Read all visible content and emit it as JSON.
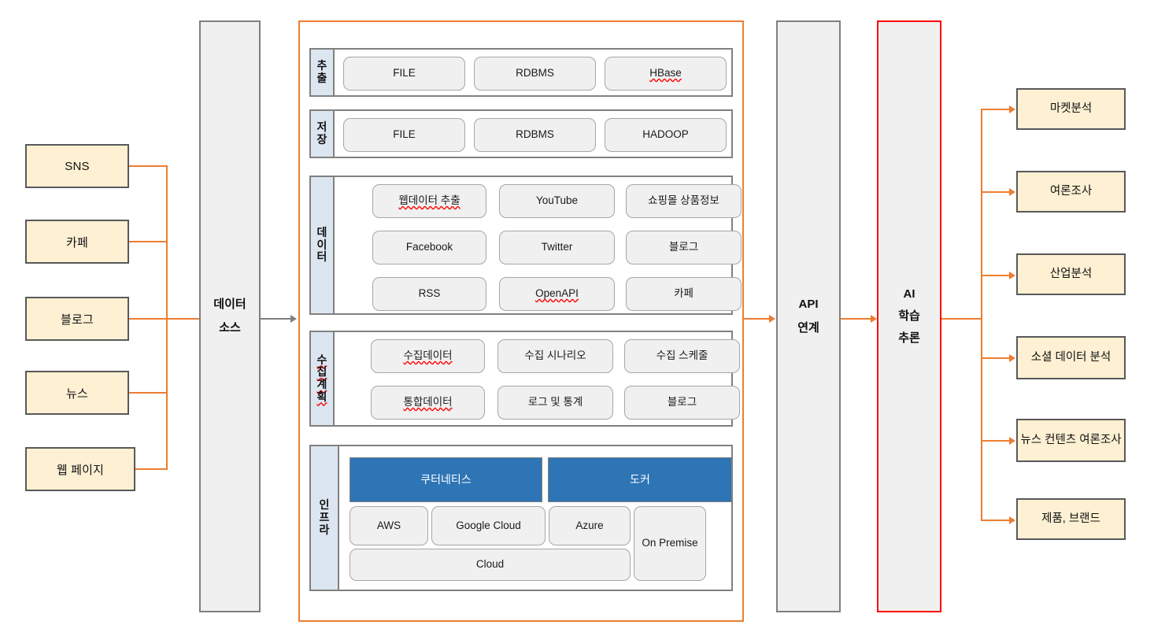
{
  "sources": [
    {
      "label": "SNS"
    },
    {
      "label": "카페"
    },
    {
      "label": "블로그"
    },
    {
      "label": "뉴스"
    },
    {
      "label": "웹 페이지"
    }
  ],
  "data_source_pillar": {
    "line1": "데이터",
    "line2": "소스"
  },
  "api_pillar": {
    "line1": "API",
    "line2": "연계"
  },
  "ai_pillar": {
    "line1": "AI",
    "line2": "학습",
    "line3": "추론"
  },
  "platform": {
    "sections": [
      {
        "key": "extract",
        "label": "추출",
        "label_chars": [
          "추",
          "출"
        ],
        "items": [
          {
            "label": "FILE",
            "misspelled": false
          },
          {
            "label": "RDBMS",
            "misspelled": false
          },
          {
            "label": "HBase",
            "misspelled": true
          }
        ]
      },
      {
        "key": "store",
        "label": "저장",
        "label_chars": [
          "저",
          "장"
        ],
        "items": [
          {
            "label": "FILE",
            "misspelled": false
          },
          {
            "label": "RDBMS",
            "misspelled": false
          },
          {
            "label": "HADOOP",
            "misspelled": false
          }
        ]
      },
      {
        "key": "data",
        "label": "데이터",
        "label_chars": [
          "데",
          "이",
          "터"
        ],
        "items": [
          {
            "label": "웹데이터 추출",
            "misspelled": true
          },
          {
            "label": "YouTube",
            "misspelled": false
          },
          {
            "label": "쇼핑몰 상품정보",
            "misspelled": false
          },
          {
            "label": "Facebook",
            "misspelled": false
          },
          {
            "label": "Twitter",
            "misspelled": false
          },
          {
            "label": "블로그",
            "misspelled": false
          },
          {
            "label": "RSS",
            "misspelled": false
          },
          {
            "label": "OpenAPI",
            "misspelled": true
          },
          {
            "label": "카페",
            "misspelled": false
          }
        ]
      },
      {
        "key": "plan",
        "label": "수집계획",
        "label_chars": [
          "수",
          "집",
          "계",
          "획"
        ],
        "label_misspelled": true,
        "items": [
          {
            "label": "수집데이터",
            "misspelled": true
          },
          {
            "label": "수집 시나리오",
            "misspelled": false
          },
          {
            "label": "수집 스케줄",
            "misspelled": false
          },
          {
            "label": "통합데이터",
            "misspelled": true
          },
          {
            "label": "로그 및 통계",
            "misspelled": false
          },
          {
            "label": "블로그",
            "misspelled": false
          }
        ]
      },
      {
        "key": "infra",
        "label": "인프라",
        "label_chars": [
          "인",
          "프",
          "라"
        ],
        "items": [
          {
            "label": "쿠터네티스",
            "highlight": true
          },
          {
            "label": "도커",
            "highlight": true
          },
          {
            "label": "AWS",
            "highlight": false
          },
          {
            "label": "Google Cloud",
            "highlight": false
          },
          {
            "label": "Azure",
            "highlight": false
          },
          {
            "label": "On Premise",
            "highlight": false
          },
          {
            "label": "Cloud",
            "highlight": false
          }
        ]
      }
    ]
  },
  "outputs": [
    {
      "label": "마켓분석"
    },
    {
      "label": "여론조사"
    },
    {
      "label": "산업분석"
    },
    {
      "label": "소셜 데이터 분석"
    },
    {
      "label": "뉴스 컨텐츠 여론조사"
    },
    {
      "label": "제품, 브랜드"
    }
  ],
  "colors": {
    "accent_orange": "#ED7D31",
    "source_fill": "#fdf0d3",
    "source_border": "#595959",
    "pillar_fill": "#f0f0f0",
    "pillar_border": "#7f7f7f",
    "ai_border": "#ff0000",
    "section_label_fill": "#dce6f1",
    "chip_fill": "#f0f0f0",
    "chip_border": "#a6a6a6",
    "highlight_blue": "#2E75B6",
    "spellcheck_red": "#ff0000"
  }
}
